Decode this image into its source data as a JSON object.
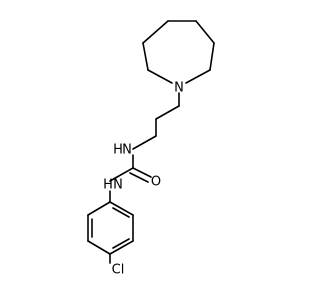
{
  "molecule": {
    "atoms": {
      "azepane_n": "N",
      "amine_n": "N",
      "urea_o": "O",
      "anilide_n": "N",
      "h_upper": "H",
      "h_lower": "H",
      "chlorine": "Cl"
    }
  },
  "colors": {
    "bond": "#000000",
    "label": "#000000",
    "background": "#ffffff"
  }
}
